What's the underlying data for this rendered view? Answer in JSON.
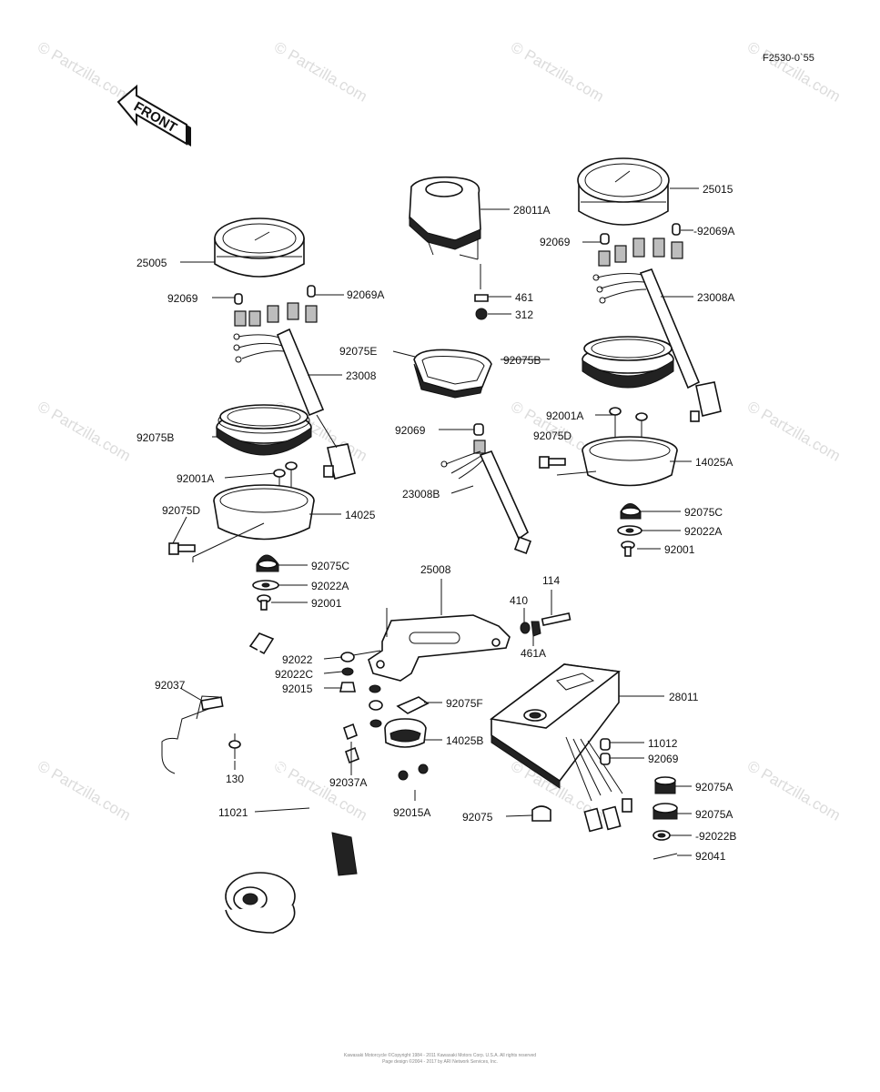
{
  "figure_code": "F2530-0`55",
  "front_arrow_label": "FRONT",
  "watermark": "© Partzilla.com",
  "parts": [
    {
      "id": "25015"
    },
    {
      "id": "28011A"
    },
    {
      "id": "25005"
    },
    {
      "id": "-92069A"
    },
    {
      "id": "92069"
    },
    {
      "id": "461"
    },
    {
      "id": "312"
    },
    {
      "id": "92069"
    },
    {
      "id": "92069A"
    },
    {
      "id": "23008A"
    },
    {
      "id": "92075E"
    },
    {
      "id": "92075B"
    },
    {
      "id": "23008"
    },
    {
      "id": "92001A"
    },
    {
      "id": "92069"
    },
    {
      "id": "92075D"
    },
    {
      "id": "14025A"
    },
    {
      "id": "92075B"
    },
    {
      "id": "92001A"
    },
    {
      "id": "23008B"
    },
    {
      "id": "92075C"
    },
    {
      "id": "92075D"
    },
    {
      "id": "14025"
    },
    {
      "id": "92022A"
    },
    {
      "id": "92001"
    },
    {
      "id": "92075C"
    },
    {
      "id": "92022A"
    },
    {
      "id": "92001"
    },
    {
      "id": "25008"
    },
    {
      "id": "114"
    },
    {
      "id": "410"
    },
    {
      "id": "461A"
    },
    {
      "id": "92022"
    },
    {
      "id": "92022C"
    },
    {
      "id": "92015"
    },
    {
      "id": "92037"
    },
    {
      "id": "92075F"
    },
    {
      "id": "28011"
    },
    {
      "id": "14025B"
    },
    {
      "id": "11012"
    },
    {
      "id": "92069"
    },
    {
      "id": "130"
    },
    {
      "id": "92037A"
    },
    {
      "id": "92075A"
    },
    {
      "id": "11021"
    },
    {
      "id": "92015A"
    },
    {
      "id": "92075"
    },
    {
      "id": "92075A"
    },
    {
      "id": "-92022B"
    },
    {
      "id": "92041"
    }
  ],
  "footer_lines": [
    "Kawasaki Motorcycle ©Copyright 1984 - 2011 Kawasaki Motors Corp. U.S.A. All rights reserved",
    "Page design ©2004 - 2017 by ARI Network Services, Inc."
  ]
}
